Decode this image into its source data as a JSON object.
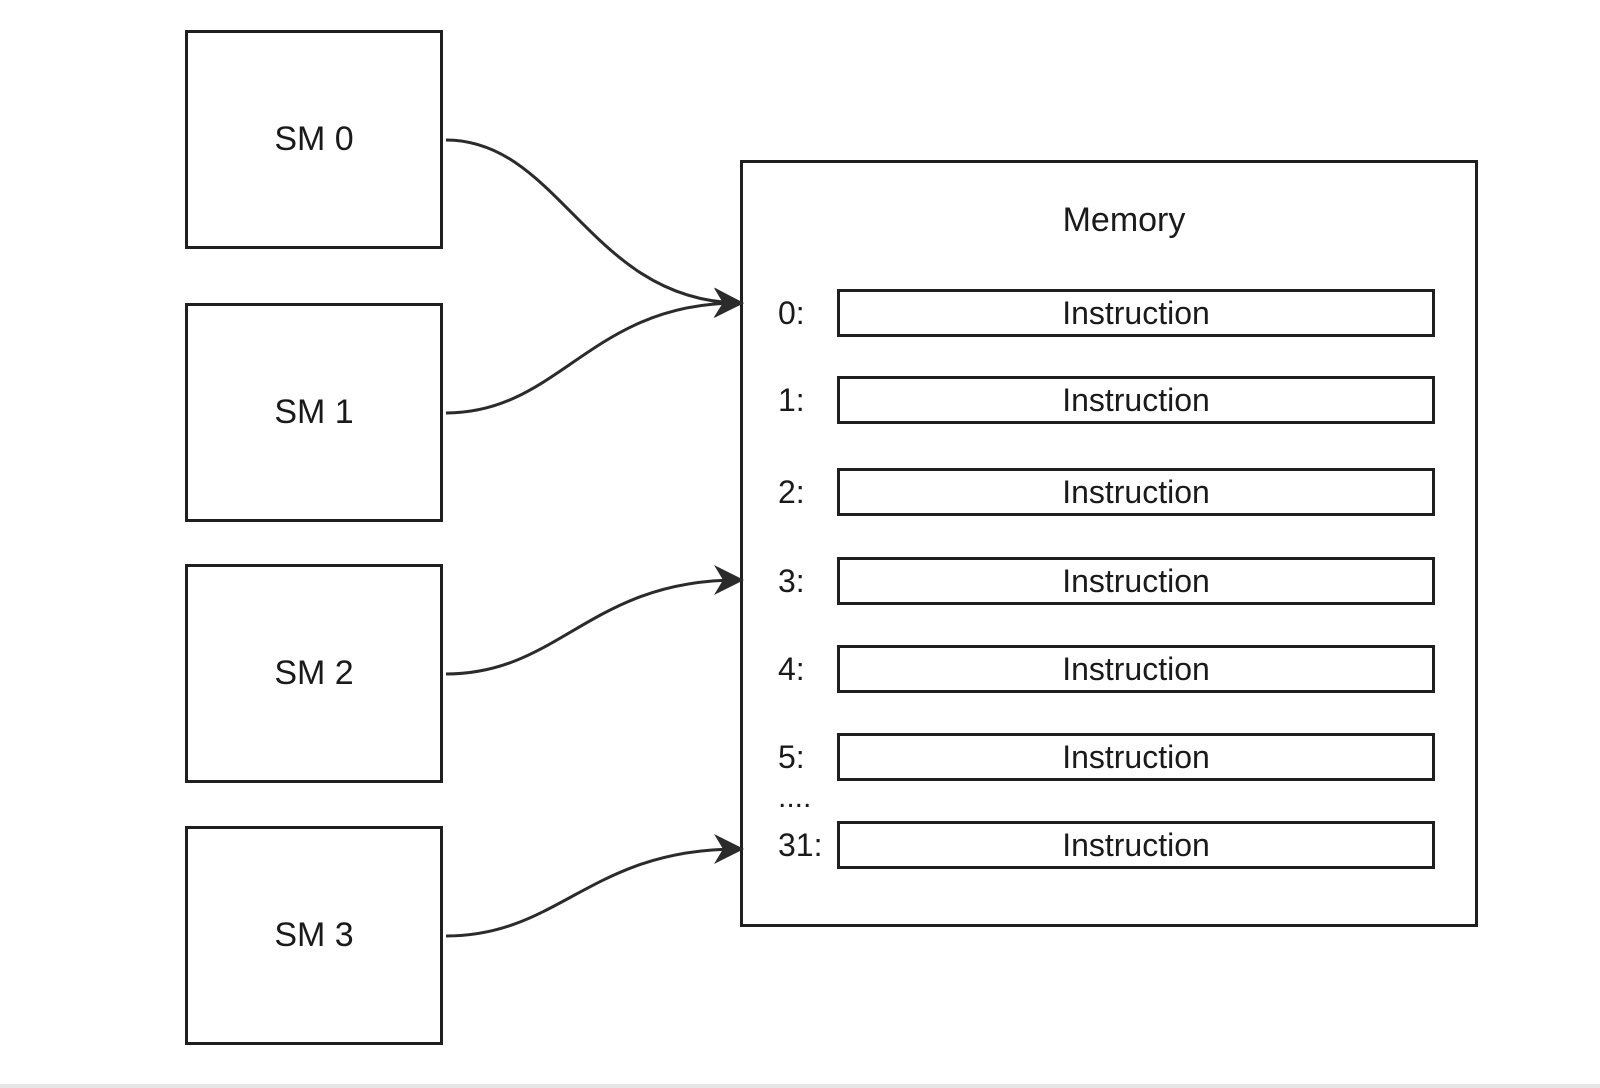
{
  "sms": [
    {
      "label": "SM 0"
    },
    {
      "label": "SM 1"
    },
    {
      "label": "SM 2"
    },
    {
      "label": "SM 3"
    }
  ],
  "memory": {
    "title": "Memory",
    "rows": [
      {
        "address": "0:",
        "content": "Instruction"
      },
      {
        "address": "1:",
        "content": "Instruction"
      },
      {
        "address": "2:",
        "content": "Instruction"
      },
      {
        "address": "3:",
        "content": "Instruction"
      },
      {
        "address": "4:",
        "content": "Instruction"
      },
      {
        "address": "5:",
        "content": "Instruction"
      },
      {
        "address": "31:",
        "content": "Instruction"
      }
    ],
    "ellipsis": "...."
  },
  "connections": [
    {
      "from": "SM 0",
      "to": "0:"
    },
    {
      "from": "SM 1",
      "to": "0:"
    },
    {
      "from": "SM 2",
      "to": "3:"
    },
    {
      "from": "SM 3",
      "to": "31:"
    }
  ]
}
